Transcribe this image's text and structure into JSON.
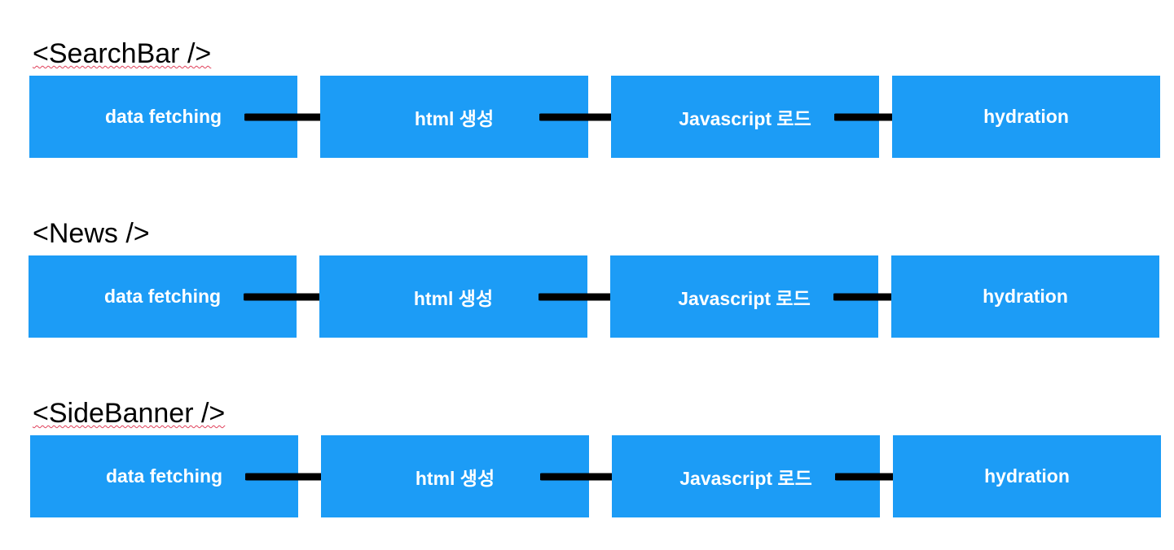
{
  "rows": [
    {
      "title": "<SearchBar />",
      "steps": [
        "data fetching",
        "html 생성",
        "Javascript 로드",
        "hydration"
      ]
    },
    {
      "title": "<News />",
      "steps": [
        "data fetching",
        "html 생성",
        "Javascript 로드",
        "hydration"
      ]
    },
    {
      "title": "<SideBanner />",
      "steps": [
        "data fetching",
        "html 생성",
        "Javascript 로드",
        "hydration"
      ]
    }
  ],
  "colors": {
    "box": "#1c9cf6",
    "box_text": "#ffffff",
    "arrow": "#000000"
  }
}
